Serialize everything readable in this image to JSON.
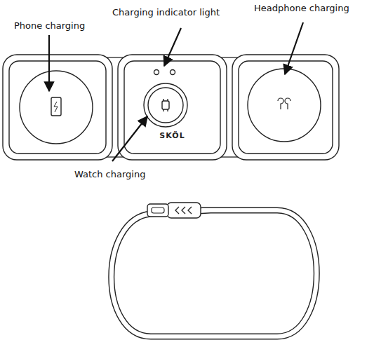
{
  "diagram": {
    "nodes": [
      {
        "text": [
          "SKÖL"
        ]
      }
    ],
    "labels": [
      "Phone charging",
      "Charging indicator light",
      "Headphone charging",
      "Watch charging"
    ]
  }
}
